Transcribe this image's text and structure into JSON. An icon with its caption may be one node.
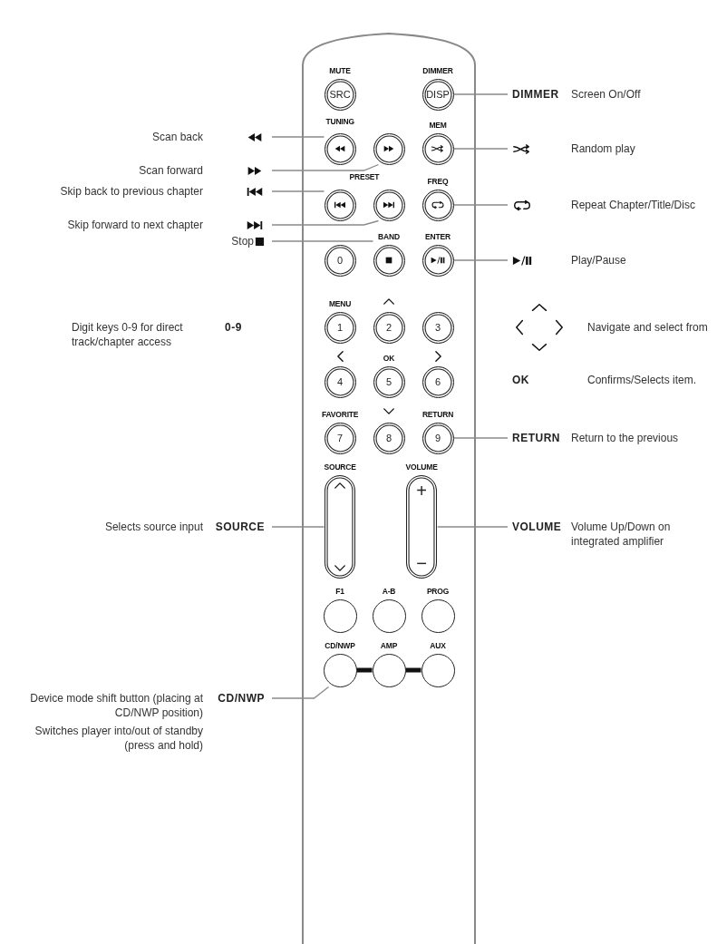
{
  "diagram": {
    "nodes": [
      {
        "text": [
          "MUTE",
          "SRC"
        ]
      },
      {
        "text": [
          "DIMMER",
          "DISP"
        ]
      },
      {
        "text": [
          "DIMMER",
          "Screen On/Off"
        ]
      },
      {
        "text": [
          "Scan back"
        ]
      },
      {
        "text": [],
        "shape": "circle"
      },
      {
        "text": [],
        "shape": "circle"
      },
      {
        "text": [
          "MEM"
        ]
      },
      {
        "text": [
          "Random play"
        ]
      },
      {
        "text": [
          "Scan forward"
        ]
      },
      {
        "text": [
          "Skip back to previous chapter"
        ]
      },
      {
        "text": [],
        "shape": "circle"
      },
      {
        "text": [],
        "shape": "circle"
      },
      {
        "text": [
          "FREQ"
        ]
      },
      {
        "text": [
          "Repeat Chapter/Title/Disc"
        ]
      },
      {
        "text": [
          "Skip forward to next chapter"
        ]
      },
      {
        "text": [
          "Stop"
        ]
      },
      {
        "text": [
          "0"
        ]
      },
      {
        "text": [
          "BAND"
        ]
      },
      {
        "text": [
          "ENTER"
        ]
      },
      {
        "text": [
          "Play/Pause"
        ]
      },
      {
        "text": [
          "MENU",
          "1"
        ]
      },
      {
        "text": [
          "2"
        ]
      },
      {
        "text": [
          "3"
        ]
      },
      {
        "text": [
          "4"
        ]
      },
      {
        "text": [
          "OK",
          "5"
        ]
      },
      {
        "text": [
          "6"
        ]
      },
      {
        "text": [
          "FAVORITE",
          "7"
        ]
      },
      {
        "text": [
          "8"
        ]
      },
      {
        "text": [
          "RETURN",
          "9"
        ]
      },
      {
        "text": [
          "RETURN",
          "Return to the previous"
        ]
      },
      {
        "text": [
          "Selects source input",
          "SOURCE"
        ]
      },
      {
        "text": [
          "SOURCE"
        ]
      },
      {
        "text": [
          "VOLUME",
          "+",
          "−"
        ]
      },
      {
        "text": [
          "VOLUME",
          "Volume Up/Down on integrated amplifier"
        ]
      },
      {
        "text": [
          "F1"
        ]
      },
      {
        "text": [
          "A-B"
        ]
      },
      {
        "text": [
          "PROG"
        ]
      },
      {
        "text": [
          "CD/NWP"
        ]
      },
      {
        "text": [
          "AMP"
        ]
      },
      {
        "text": [
          "AUX"
        ]
      },
      {
        "text": [
          "Device mode shift button (placing at CD/NWP position)",
          "Switches player into/out of standby (press and hold)",
          "CD/NWP"
        ]
      }
    ],
    "edges": [
      {
        "from": 2,
        "to": 1,
        "arrow": "none"
      },
      {
        "from": 3,
        "to": 4,
        "arrow": "none"
      },
      {
        "from": 7,
        "to": 6,
        "arrow": "none"
      },
      {
        "from": 8,
        "to": 5,
        "arrow": "none"
      },
      {
        "from": 9,
        "to": 10,
        "arrow": "none"
      },
      {
        "from": 13,
        "to": 12,
        "arrow": "none"
      },
      {
        "from": 14,
        "to": 11,
        "arrow": "none"
      },
      {
        "from": 15,
        "to": 17,
        "arrow": "none"
      },
      {
        "from": 19,
        "to": 18,
        "arrow": "none"
      },
      {
        "from": 29,
        "to": 28,
        "arrow": "none"
      },
      {
        "from": 30,
        "to": 31,
        "arrow": "none"
      },
      {
        "from": 33,
        "to": 32,
        "arrow": "none"
      },
      {
        "from": 40,
        "to": 37,
        "arrow": "none"
      },
      {
        "from": 37,
        "to": 38,
        "arrow": "none",
        "style": "thick",
        "color": "#111111"
      },
      {
        "from": 38,
        "to": 39,
        "arrow": "none",
        "style": "thick",
        "color": "#111111"
      }
    ],
    "labels": [
      "TUNING",
      "PRESET",
      "Digit keys 0-9 for direct track/chapter access",
      "0-9",
      "Navigate and select from",
      "OK",
      "Confirms/Selects item."
    ]
  }
}
